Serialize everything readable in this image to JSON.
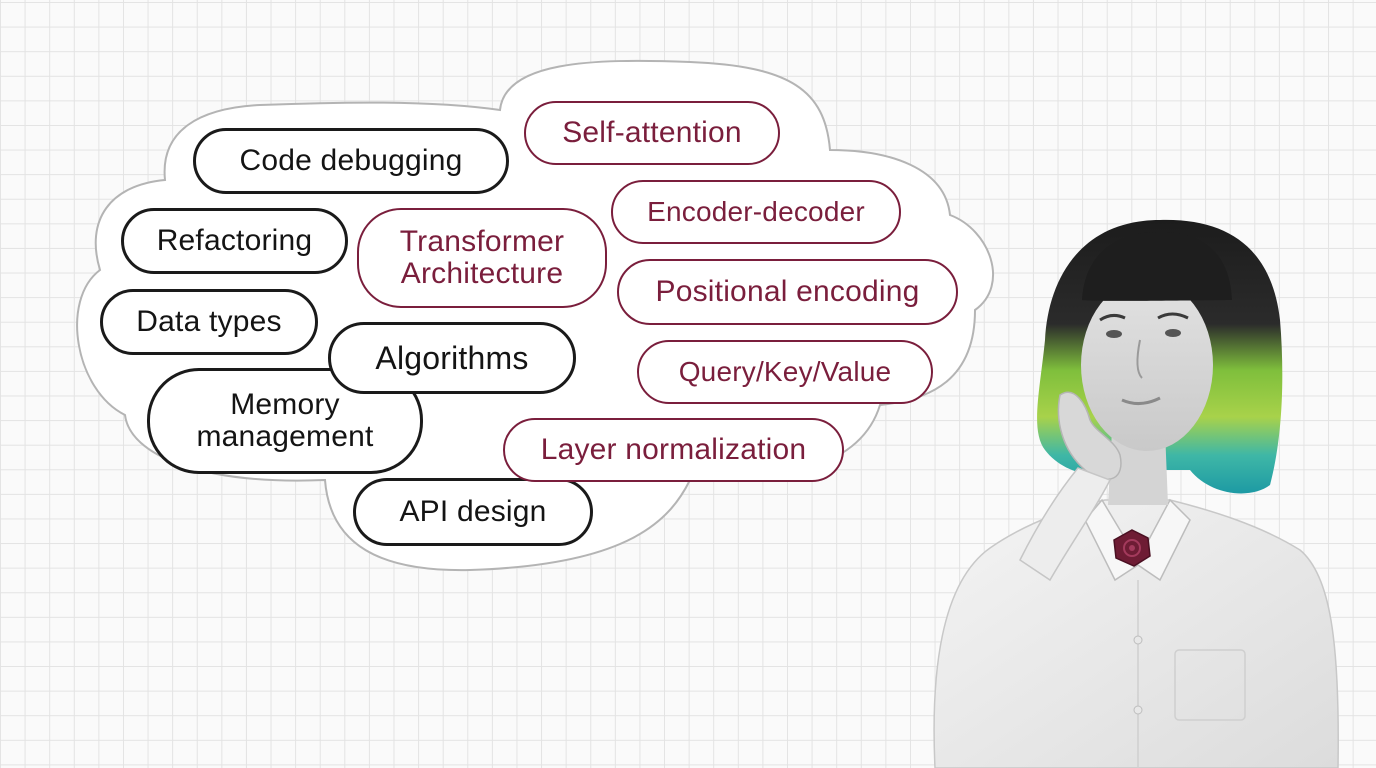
{
  "colors": {
    "background": "#fafafa",
    "grid": "#e3e3e3",
    "black_pill_border": "#1a1a1a",
    "maroon_accent": "#7a1e3c",
    "hair_green": "#8cc63f",
    "hair_teal": "#2aa6a0"
  },
  "cloud": {
    "black_tags": [
      "Code debugging",
      "Refactoring",
      "Data types",
      "Algorithms",
      "Memory management",
      "API design"
    ],
    "maroon_tags": [
      "Self-attention",
      "Encoder-decoder",
      "Transformer Architecture",
      "Positional encoding",
      "Query/Key/Value",
      "Layer normalization"
    ]
  },
  "illustration": {
    "subject": "thinking-woman-illustration",
    "brooch_icon": "rose-brooch-icon"
  }
}
